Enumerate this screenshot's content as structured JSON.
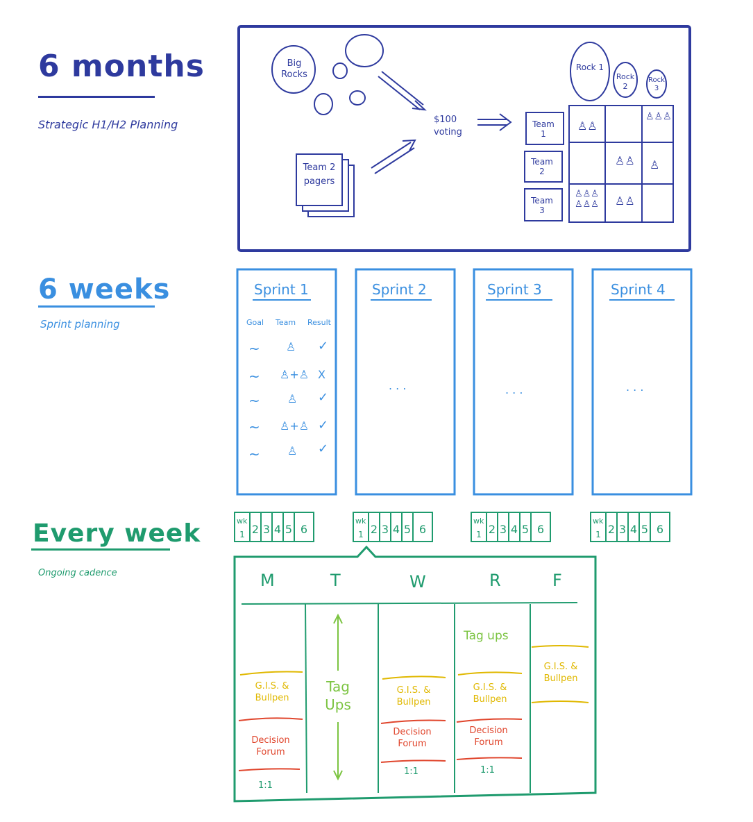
{
  "sections": {
    "months": {
      "title": "6 months",
      "subtitle": "Strategic H1/H2 Planning"
    },
    "weeks": {
      "title": "6 weeks",
      "subtitle": "Sprint planning"
    },
    "week": {
      "title": "Every week",
      "subtitle": "Ongoing cadence"
    }
  },
  "planning": {
    "big_rocks": "Big Rocks",
    "team_pagers": "Team 2 pagers",
    "voting": "$100 voting",
    "rocks": [
      "Rock 1",
      "Rock 2",
      "Rock 3"
    ],
    "teams": [
      "Team 1",
      "Team 2",
      "Team 3"
    ]
  },
  "sprints": {
    "names": [
      "Sprint 1",
      "Sprint 2",
      "Sprint 3",
      "Sprint 4"
    ],
    "columns": [
      "Goal",
      "Team",
      "Result"
    ],
    "results": [
      "✓",
      "X",
      "✓",
      "✓",
      "✓"
    ],
    "ellipsis": ". . ."
  },
  "weeks_strip": {
    "label": "wk",
    "numbers": [
      "1",
      "2",
      "3",
      "4",
      "5",
      "6"
    ]
  },
  "weekly": {
    "days": [
      "M",
      "T",
      "W",
      "R",
      "F"
    ],
    "gis": "G.I.S. & Bullpen",
    "decision": "Decision Forum",
    "one_on_one": "1:1",
    "tag_ups": "Tag ups",
    "tag_ups_vertical": "Tag Ups"
  },
  "colors": {
    "navy": "#2e3a9e",
    "blue": "#3a8fe0",
    "green": "#1f9b6e",
    "yellow": "#e0b800",
    "lime": "#7cc442",
    "red": "#e0452c"
  }
}
